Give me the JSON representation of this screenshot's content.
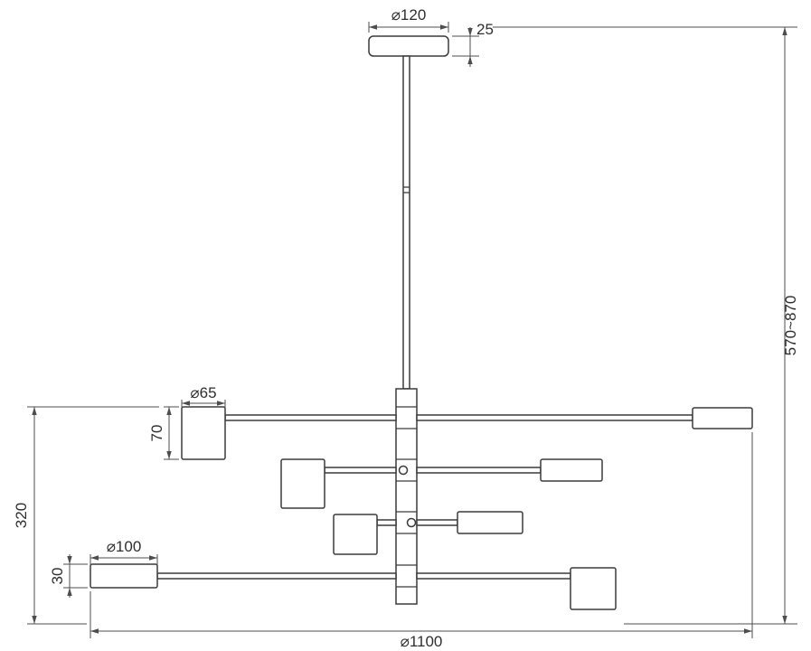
{
  "page": {
    "background": "#ffffff",
    "fixture_line_color": "#3b3b3b",
    "dimension_line_color": "#4d4d4d",
    "text_color": "#2f2f2f"
  },
  "drawing": {
    "type": "technical-dimension-drawing",
    "subject": "multi-arm pendant chandelier"
  },
  "dims": {
    "canopy_diameter": "⌀120",
    "canopy_height": "25",
    "overall_height_range": "570~870",
    "lower_section_height": "320",
    "spot_head_diameter": "⌀65",
    "spot_head_length": "70",
    "cylinder_head_diameter": "⌀100",
    "cylinder_head_height": "30",
    "overall_diameter": "⌀1100"
  }
}
